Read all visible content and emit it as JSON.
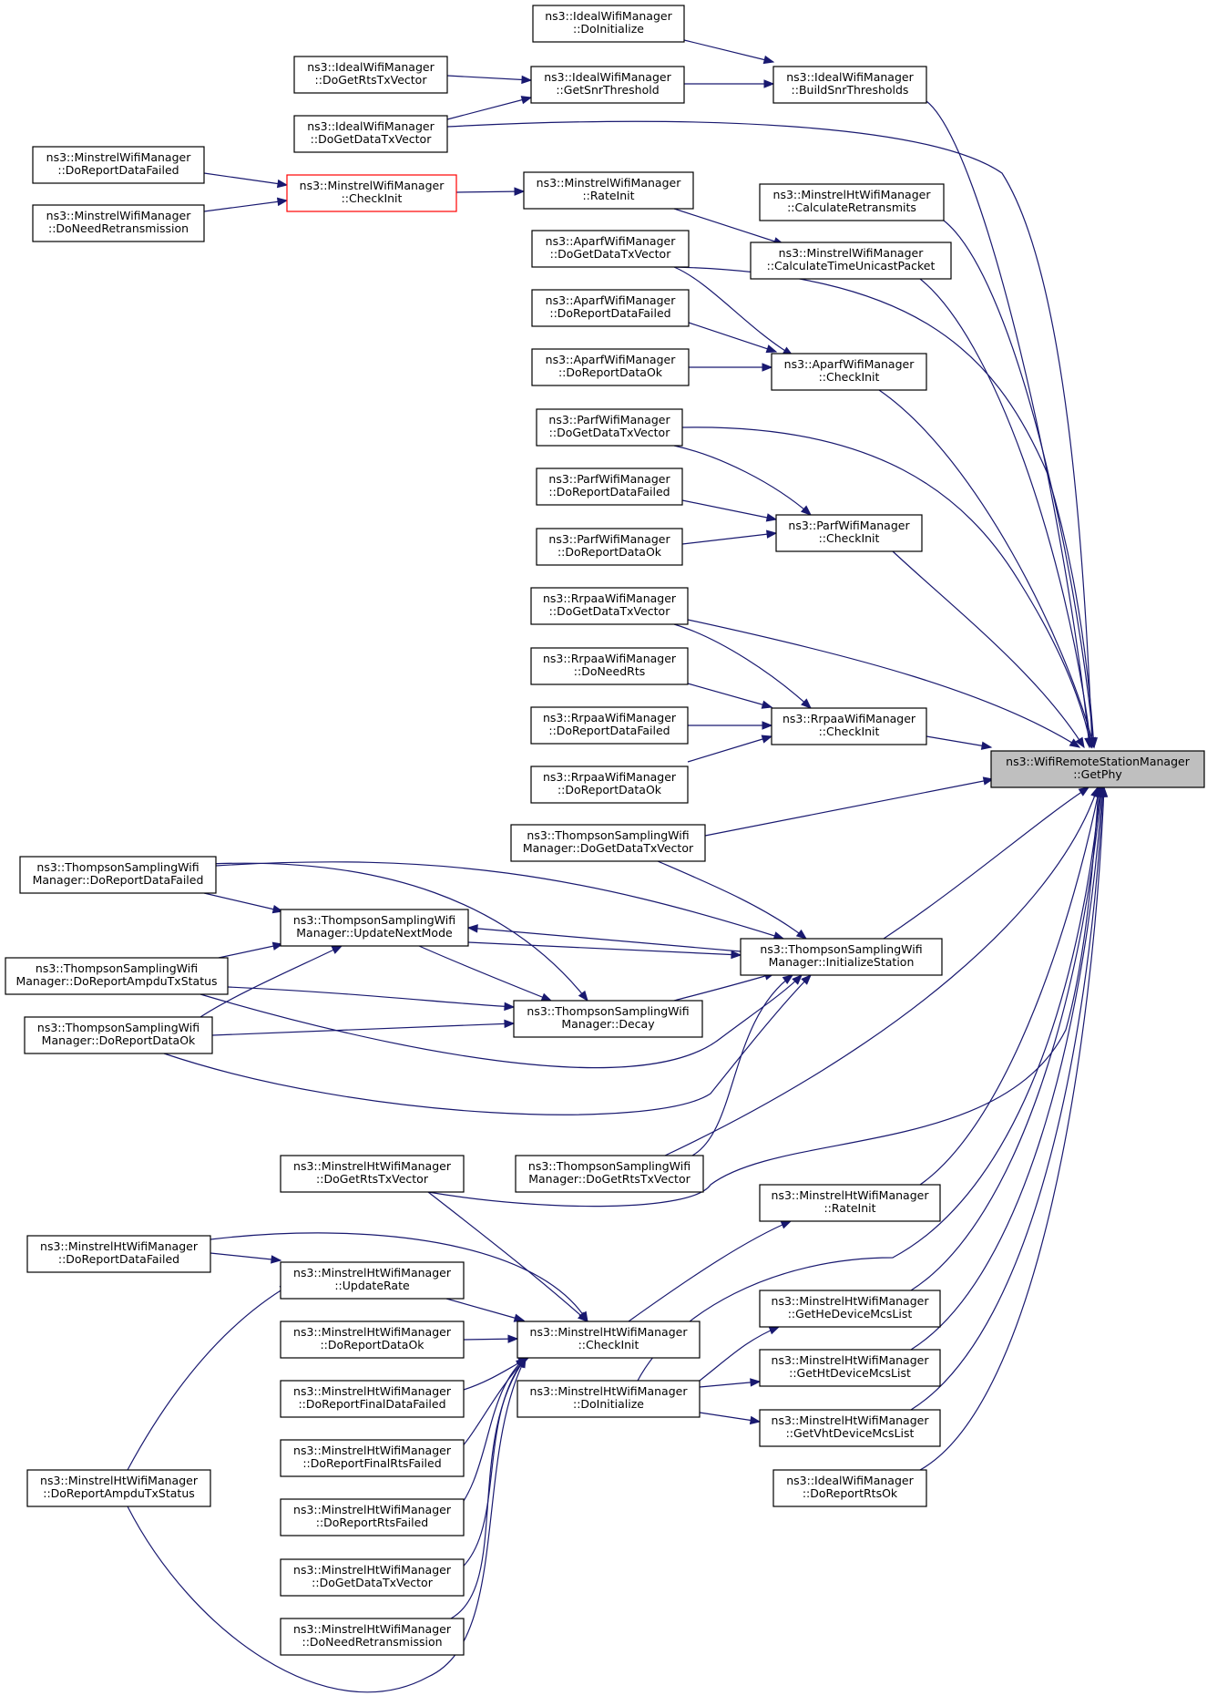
{
  "nodes": {
    "root": [
      "ns3::WifiRemoteStationManager",
      "::GetPhy"
    ],
    "ideal_doinit": [
      "ns3::IdealWifiManager",
      "::DoInitialize"
    ],
    "ideal_rts": [
      "ns3::IdealWifiManager",
      "::DoGetRtsTxVector"
    ],
    "ideal_snr": [
      "ns3::IdealWifiManager",
      "::GetSnrThreshold"
    ],
    "ideal_build": [
      "ns3::IdealWifiManager",
      "::BuildSnrThresholds"
    ],
    "ideal_data": [
      "ns3::IdealWifiManager",
      "::DoGetDataTxVector"
    ],
    "min_failed": [
      "ns3::MinstrelWifiManager",
      "::DoReportDataFailed"
    ],
    "min_check": [
      "ns3::MinstrelWifiManager",
      "::CheckInit"
    ],
    "min_rate": [
      "ns3::MinstrelWifiManager",
      "::RateInit"
    ],
    "min_needre": [
      "ns3::MinstrelWifiManager",
      "::DoNeedRetransmission"
    ],
    "mht_calcre": [
      "ns3::MinstrelHtWifiManager",
      "::CalculateRetransmits"
    ],
    "min_calctime": [
      "ns3::MinstrelWifiManager",
      "::CalculateTimeUnicastPacket"
    ],
    "aparf_data": [
      "ns3::AparfWifiManager",
      "::DoGetDataTxVector"
    ],
    "aparf_failed": [
      "ns3::AparfWifiManager",
      "::DoReportDataFailed"
    ],
    "aparf_ok": [
      "ns3::AparfWifiManager",
      "::DoReportDataOk"
    ],
    "aparf_check": [
      "ns3::AparfWifiManager",
      "::CheckInit"
    ],
    "parf_data": [
      "ns3::ParfWifiManager",
      "::DoGetDataTxVector"
    ],
    "parf_failed": [
      "ns3::ParfWifiManager",
      "::DoReportDataFailed"
    ],
    "parf_ok": [
      "ns3::ParfWifiManager",
      "::DoReportDataOk"
    ],
    "parf_check": [
      "ns3::ParfWifiManager",
      "::CheckInit"
    ],
    "rrpaa_data": [
      "ns3::RrpaaWifiManager",
      "::DoGetDataTxVector"
    ],
    "rrpaa_needrts": [
      "ns3::RrpaaWifiManager",
      "::DoNeedRts"
    ],
    "rrpaa_failed": [
      "ns3::RrpaaWifiManager",
      "::DoReportDataFailed"
    ],
    "rrpaa_ok": [
      "ns3::RrpaaWifiManager",
      "::DoReportDataOk"
    ],
    "rrpaa_check": [
      "ns3::RrpaaWifiManager",
      "::CheckInit"
    ],
    "ts_data": [
      "ns3::ThompsonSamplingWifi",
      "Manager::DoGetDataTxVector"
    ],
    "ts_failed": [
      "ns3::ThompsonSamplingWifi",
      "Manager::DoReportDataFailed"
    ],
    "ts_update": [
      "ns3::ThompsonSamplingWifi",
      "Manager::UpdateNextMode"
    ],
    "ts_ampdu": [
      "ns3::ThompsonSamplingWifi",
      "Manager::DoReportAmpduTxStatus"
    ],
    "ts_init": [
      "ns3::ThompsonSamplingWifi",
      "Manager::InitializeStation"
    ],
    "ts_decay": [
      "ns3::ThompsonSamplingWifi",
      "Manager::Decay"
    ],
    "ts_ok": [
      "ns3::ThompsonSamplingWifi",
      "Manager::DoReportDataOk"
    ],
    "ts_rts": [
      "ns3::ThompsonSamplingWifi",
      "Manager::DoGetRtsTxVector"
    ],
    "mht_rts": [
      "ns3::MinstrelHtWifiManager",
      "::DoGetRtsTxVector"
    ],
    "mht_rateinit": [
      "ns3::MinstrelHtWifiManager",
      "::RateInit"
    ],
    "mht_failed": [
      "ns3::MinstrelHtWifiManager",
      "::DoReportDataFailed"
    ],
    "mht_update": [
      "ns3::MinstrelHtWifiManager",
      "::UpdateRate"
    ],
    "mht_check": [
      "ns3::MinstrelHtWifiManager",
      "::CheckInit"
    ],
    "mht_he": [
      "ns3::MinstrelHtWifiManager",
      "::GetHeDeviceMcsList"
    ],
    "mht_ok": [
      "ns3::MinstrelHtWifiManager",
      "::DoReportDataOk"
    ],
    "mht_finaldata": [
      "ns3::MinstrelHtWifiManager",
      "::DoReportFinalDataFailed"
    ],
    "mht_doinit": [
      "ns3::MinstrelHtWifiManager",
      "::DoInitialize"
    ],
    "mht_ht": [
      "ns3::MinstrelHtWifiManager",
      "::GetHtDeviceMcsList"
    ],
    "mht_vht": [
      "ns3::MinstrelHtWifiManager",
      "::GetVhtDeviceMcsList"
    ],
    "mht_finalrts": [
      "ns3::MinstrelHtWifiManager",
      "::DoReportFinalRtsFailed"
    ],
    "mht_ampdu": [
      "ns3::MinstrelHtWifiManager",
      "::DoReportAmpduTxStatus"
    ],
    "ideal_rtsok": [
      "ns3::IdealWifiManager",
      "::DoReportRtsOk"
    ],
    "mht_rtsfailed": [
      "ns3::MinstrelHtWifiManager",
      "::DoReportRtsFailed"
    ],
    "mht_data": [
      "ns3::MinstrelHtWifiManager",
      "::DoGetDataTxVector"
    ],
    "mht_needre": [
      "ns3::MinstrelHtWifiManager",
      "::DoNeedRetransmission"
    ]
  },
  "colors": {
    "edge": "#191970",
    "node_border": "#000000",
    "highlight_border": "#ff0000",
    "root_fill": "#bfbfbf"
  }
}
